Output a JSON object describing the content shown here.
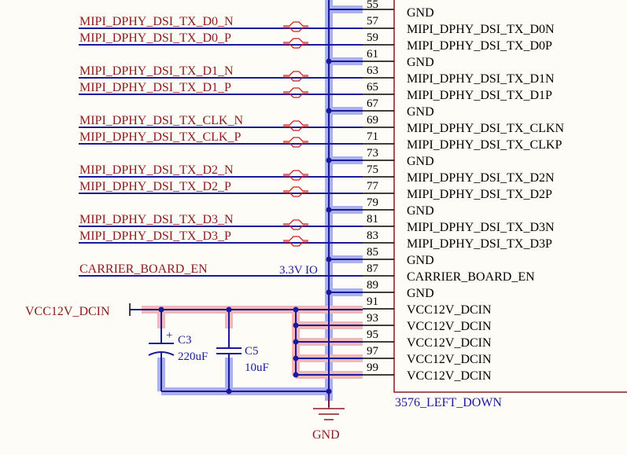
{
  "symbol": {
    "name": "3576_LEFT_DOWN",
    "partial_top_pin_number": "55",
    "pins": [
      {
        "num": "57",
        "name": "MIPI_DPHY_DSI_TX_D0N",
        "net": "MIPI_DPHY_DSI_TX_D0_N"
      },
      {
        "num": "59",
        "name": "MIPI_DPHY_DSI_TX_D0P",
        "net": "MIPI_DPHY_DSI_TX_D0_P"
      },
      {
        "num": "61",
        "name": "GND",
        "net": ""
      },
      {
        "num": "63",
        "name": "MIPI_DPHY_DSI_TX_D1N",
        "net": "MIPI_DPHY_DSI_TX_D1_N"
      },
      {
        "num": "65",
        "name": "MIPI_DPHY_DSI_TX_D1P",
        "net": "MIPI_DPHY_DSI_TX_D1_P"
      },
      {
        "num": "67",
        "name": "GND",
        "net": ""
      },
      {
        "num": "69",
        "name": "MIPI_DPHY_DSI_TX_CLKN",
        "net": "MIPI_DPHY_DSI_TX_CLK_N"
      },
      {
        "num": "71",
        "name": "MIPI_DPHY_DSI_TX_CLKP",
        "net": "MIPI_DPHY_DSI_TX_CLK_P"
      },
      {
        "num": "73",
        "name": "GND",
        "net": ""
      },
      {
        "num": "75",
        "name": "MIPI_DPHY_DSI_TX_D2N",
        "net": "MIPI_DPHY_DSI_TX_D2_N"
      },
      {
        "num": "77",
        "name": "MIPI_DPHY_DSI_TX_D2P",
        "net": "MIPI_DPHY_DSI_TX_D2_P"
      },
      {
        "num": "79",
        "name": "GND",
        "net": ""
      },
      {
        "num": "81",
        "name": "MIPI_DPHY_DSI_TX_D3N",
        "net": "MIPI_DPHY_DSI_TX_D3_N"
      },
      {
        "num": "83",
        "name": "MIPI_DPHY_DSI_TX_D3P",
        "net": "MIPI_DPHY_DSI_TX_D3_P"
      },
      {
        "num": "85",
        "name": "GND",
        "net": ""
      },
      {
        "num": "87",
        "name": "CARRIER_BOARD_EN",
        "net": "CARRIER_BOARD_EN"
      },
      {
        "num": "89",
        "name": "GND",
        "net": ""
      },
      {
        "num": "91",
        "name": "VCC12V_DCIN",
        "net": ""
      },
      {
        "num": "93",
        "name": "VCC12V_DCIN",
        "net": ""
      },
      {
        "num": "95",
        "name": "VCC12V_DCIN",
        "net": ""
      },
      {
        "num": "97",
        "name": "VCC12V_DCIN",
        "net": ""
      },
      {
        "num": "99",
        "name": "VCC12V_DCIN",
        "net": ""
      }
    ],
    "partial_top_pin_name": "GND"
  },
  "io_label": "3.3V IO",
  "power_port": "VCC12V_DCIN",
  "ground_label": "GND",
  "capacitors": [
    {
      "ref": "C3",
      "value": "220uF",
      "polarity": "+"
    },
    {
      "ref": "C5",
      "value": "10uF"
    }
  ],
  "colors": {
    "background": "#fdfcf6",
    "net_label": "#8b1a1a",
    "wire": "#1a1a9a",
    "gnd_highlight": "#aab0ee",
    "power_highlight": "#f0b8b8",
    "diffpair": "#cc2020"
  }
}
